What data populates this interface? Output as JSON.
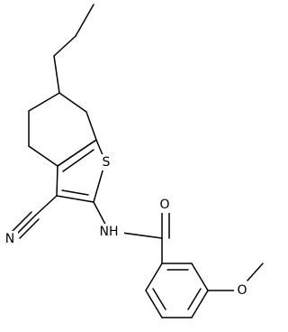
{
  "molecule": {
    "atom_labels": {
      "nitrogen_nitrile": "N",
      "sulfur": "S",
      "amide_nitrogen": "NH",
      "carbonyl_oxygen": "O",
      "ether_oxygen": "O"
    }
  },
  "colors": {
    "bond": "#000000",
    "label": "#000000",
    "background": "#ffffff"
  }
}
